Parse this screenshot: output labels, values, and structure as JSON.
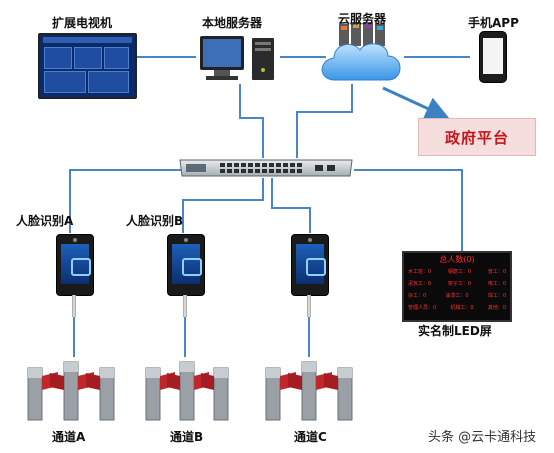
{
  "labels": {
    "tv": "扩展电视机",
    "local_server": "本地服务器",
    "cloud_server": "云服务器",
    "mobile_app": "手机APP",
    "gov_platform": "政府平台",
    "face_a": "人脸识别A",
    "face_b": "人脸识别B",
    "led_screen": "实名制LED屏",
    "channel_a": "通道A",
    "channel_b": "通道B",
    "channel_c": "通道C"
  },
  "led": {
    "title": "总人数(0)",
    "rows": [
      [
        "木工班：0",
        "钢筋工：0",
        "普工：0"
      ],
      [
        "泥瓦工：0",
        "架子工：0",
        "电工：0"
      ],
      [
        "杂工：0",
        "油漆工：0",
        "焊工：0"
      ],
      [
        "管理人员：0",
        "机械工：0",
        "其他：0"
      ]
    ]
  },
  "watermark": "头条 @云卡通科技",
  "colors": {
    "line": "#4a86c5",
    "arrow": "#3c82c2",
    "gov_text": "#c4151c",
    "gov_bg": "#f7dede"
  }
}
